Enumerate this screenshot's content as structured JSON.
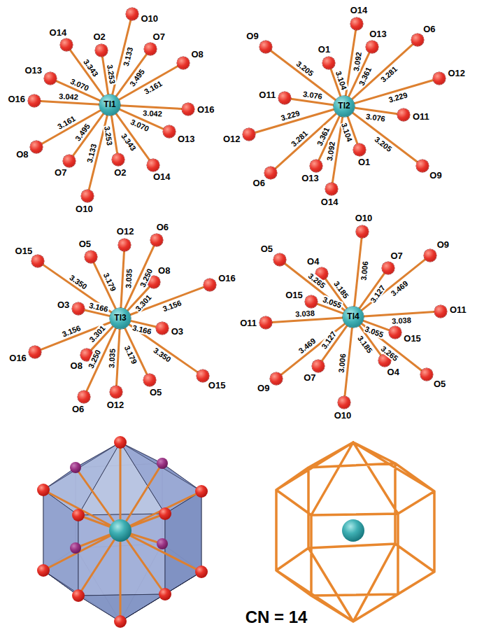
{
  "diagram": {
    "nodes": [
      {
        "text": [
          "Tl1"
        ]
      },
      {
        "text": [
          "O10"
        ]
      },
      {
        "text": [
          "O14"
        ]
      },
      {
        "text": [
          "O7"
        ]
      },
      {
        "text": [
          "O2"
        ]
      },
      {
        "text": [
          "O8"
        ]
      },
      {
        "text": [
          "O13"
        ]
      },
      {
        "text": [
          "O16"
        ]
      },
      {
        "text": [
          "O16"
        ]
      },
      {
        "text": [
          "O13"
        ]
      },
      {
        "text": [
          "O8"
        ]
      },
      {
        "text": [
          "O2"
        ]
      },
      {
        "text": [
          "O7"
        ]
      },
      {
        "text": [
          "O14"
        ]
      },
      {
        "text": [
          "O10"
        ]
      },
      {
        "text": [
          "Tl2"
        ]
      },
      {
        "text": [
          "O14"
        ]
      },
      {
        "text": [
          "O6"
        ]
      },
      {
        "text": [
          "O9"
        ]
      },
      {
        "text": [
          "O13"
        ]
      },
      {
        "text": [
          "O1"
        ]
      },
      {
        "text": [
          "O12"
        ]
      },
      {
        "text": [
          "O11"
        ]
      },
      {
        "text": [
          "O11"
        ]
      },
      {
        "text": [
          "O12"
        ]
      },
      {
        "text": [
          "O1"
        ]
      },
      {
        "text": [
          "O13"
        ]
      },
      {
        "text": [
          "O9"
        ]
      },
      {
        "text": [
          "O6"
        ]
      },
      {
        "text": [
          "O14"
        ]
      },
      {
        "text": [
          "Tl3"
        ]
      },
      {
        "text": [
          "O6"
        ]
      },
      {
        "text": [
          "O12"
        ]
      },
      {
        "text": [
          "O5"
        ]
      },
      {
        "text": [
          "O15"
        ]
      },
      {
        "text": [
          "O8"
        ]
      },
      {
        "text": [
          "O16"
        ]
      },
      {
        "text": [
          "O3"
        ]
      },
      {
        "text": [
          "O3"
        ]
      },
      {
        "text": [
          "O16"
        ]
      },
      {
        "text": [
          "O8"
        ]
      },
      {
        "text": [
          "O15"
        ]
      },
      {
        "text": [
          "O5"
        ]
      },
      {
        "text": [
          "O12"
        ]
      },
      {
        "text": [
          "O6"
        ]
      },
      {
        "text": [
          "Tl4"
        ]
      },
      {
        "text": [
          "O10"
        ]
      },
      {
        "text": [
          "O9"
        ]
      },
      {
        "text": [
          "O5"
        ]
      },
      {
        "text": [
          "O7"
        ]
      },
      {
        "text": [
          "O4"
        ]
      },
      {
        "text": [
          "O15"
        ]
      },
      {
        "text": [
          "O11"
        ]
      },
      {
        "text": [
          "O11"
        ]
      },
      {
        "text": [
          "O15"
        ]
      },
      {
        "text": [
          "O4"
        ]
      },
      {
        "text": [
          "O7"
        ]
      },
      {
        "text": [
          "O5"
        ]
      },
      {
        "text": [
          "O9"
        ]
      },
      {
        "text": [
          "O10"
        ]
      }
    ],
    "edges": [
      {
        "from": 0,
        "to": 1,
        "arrow": "none",
        "label": "3.133"
      },
      {
        "from": 0,
        "to": 2,
        "arrow": "none",
        "label": "3.343"
      },
      {
        "from": 0,
        "to": 3,
        "arrow": "none",
        "label": "3.495"
      },
      {
        "from": 0,
        "to": 4,
        "arrow": "none",
        "label": "3.253"
      },
      {
        "from": 0,
        "to": 5,
        "arrow": "none",
        "label": "3.161"
      },
      {
        "from": 0,
        "to": 6,
        "arrow": "none",
        "label": "3.070"
      },
      {
        "from": 0,
        "to": 7,
        "arrow": "none",
        "label": "3.042"
      },
      {
        "from": 0,
        "to": 8,
        "arrow": "none",
        "label": "3.042"
      },
      {
        "from": 0,
        "to": 9,
        "arrow": "none",
        "label": "3.070"
      },
      {
        "from": 0,
        "to": 10,
        "arrow": "none",
        "label": "3.161"
      },
      {
        "from": 0,
        "to": 11,
        "arrow": "none",
        "label": "3.253"
      },
      {
        "from": 0,
        "to": 12,
        "arrow": "none",
        "label": "3.495"
      },
      {
        "from": 0,
        "to": 13,
        "arrow": "none",
        "label": "3.343"
      },
      {
        "from": 0,
        "to": 14,
        "arrow": "none",
        "label": "3.133"
      },
      {
        "from": 15,
        "to": 16,
        "arrow": "none",
        "label": "3.092"
      },
      {
        "from": 15,
        "to": 17,
        "arrow": "none",
        "label": "3.281"
      },
      {
        "from": 15,
        "to": 18,
        "arrow": "none",
        "label": "3.205"
      },
      {
        "from": 15,
        "to": 19,
        "arrow": "none",
        "label": "3.361"
      },
      {
        "from": 15,
        "to": 20,
        "arrow": "none",
        "label": "3.104"
      },
      {
        "from": 15,
        "to": 21,
        "arrow": "none",
        "label": "3.229"
      },
      {
        "from": 15,
        "to": 22,
        "arrow": "none",
        "label": "3.076"
      },
      {
        "from": 15,
        "to": 23,
        "arrow": "none",
        "label": "3.076"
      },
      {
        "from": 15,
        "to": 24,
        "arrow": "none",
        "label": "3.229"
      },
      {
        "from": 15,
        "to": 25,
        "arrow": "none",
        "label": "3.104"
      },
      {
        "from": 15,
        "to": 26,
        "arrow": "none",
        "label": "3.361"
      },
      {
        "from": 15,
        "to": 27,
        "arrow": "none",
        "label": "3.205"
      },
      {
        "from": 15,
        "to": 28,
        "arrow": "none",
        "label": "3.281"
      },
      {
        "from": 15,
        "to": 29,
        "arrow": "none",
        "label": "3.092"
      },
      {
        "from": 30,
        "to": 31,
        "arrow": "none",
        "label": "3.250"
      },
      {
        "from": 30,
        "to": 32,
        "arrow": "none",
        "label": "3.035"
      },
      {
        "from": 30,
        "to": 33,
        "arrow": "none",
        "label": "3.179"
      },
      {
        "from": 30,
        "to": 34,
        "arrow": "none",
        "label": "3.350"
      },
      {
        "from": 30,
        "to": 35,
        "arrow": "none",
        "label": "3.301"
      },
      {
        "from": 30,
        "to": 36,
        "arrow": "none",
        "label": "3.156"
      },
      {
        "from": 30,
        "to": 37,
        "arrow": "none",
        "label": "3.166"
      },
      {
        "from": 30,
        "to": 38,
        "arrow": "none",
        "label": "3.166"
      },
      {
        "from": 30,
        "to": 39,
        "arrow": "none",
        "label": "3.156"
      },
      {
        "from": 30,
        "to": 40,
        "arrow": "none",
        "label": "3.301"
      },
      {
        "from": 30,
        "to": 41,
        "arrow": "none",
        "label": "3.350"
      },
      {
        "from": 30,
        "to": 42,
        "arrow": "none",
        "label": "3.179"
      },
      {
        "from": 30,
        "to": 43,
        "arrow": "none",
        "label": "3.035"
      },
      {
        "from": 30,
        "to": 44,
        "arrow": "none",
        "label": "3.250"
      },
      {
        "from": 45,
        "to": 46,
        "arrow": "none",
        "label": "3.006"
      },
      {
        "from": 45,
        "to": 47,
        "arrow": "none",
        "label": "3.469"
      },
      {
        "from": 45,
        "to": 48,
        "arrow": "none",
        "label": "3.265"
      },
      {
        "from": 45,
        "to": 49,
        "arrow": "none",
        "label": "3.127"
      },
      {
        "from": 45,
        "to": 50,
        "arrow": "none",
        "label": "3.185"
      },
      {
        "from": 45,
        "to": 51,
        "arrow": "none",
        "label": "3.055"
      },
      {
        "from": 45,
        "to": 52,
        "arrow": "none",
        "label": "3.038"
      },
      {
        "from": 45,
        "to": 53,
        "arrow": "none",
        "label": "3.038"
      },
      {
        "from": 45,
        "to": 54,
        "arrow": "none",
        "label": "3.055"
      },
      {
        "from": 45,
        "to": 55,
        "arrow": "none",
        "label": "3.185"
      },
      {
        "from": 45,
        "to": 56,
        "arrow": "none",
        "label": "3.127"
      },
      {
        "from": 45,
        "to": 57,
        "arrow": "none",
        "label": "3.265"
      },
      {
        "from": 45,
        "to": 58,
        "arrow": "none",
        "label": "3.469"
      },
      {
        "from": 45,
        "to": 59,
        "arrow": "none",
        "label": "3.006"
      }
    ],
    "labels": [
      "CN = 14"
    ]
  }
}
